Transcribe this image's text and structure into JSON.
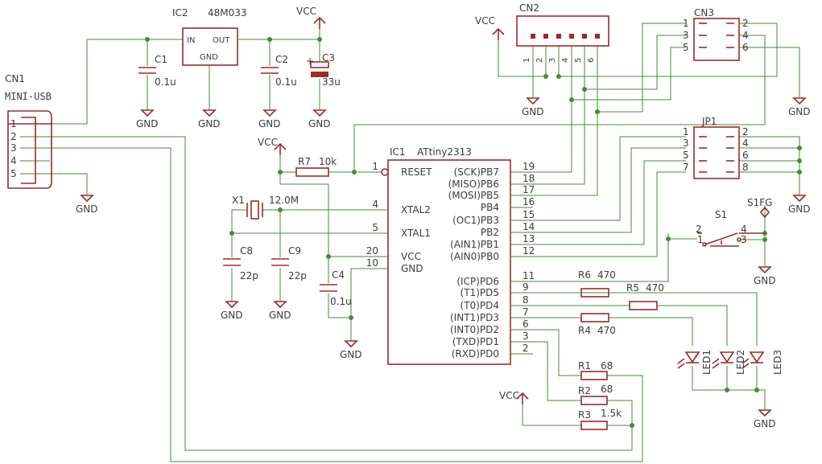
{
  "components": {
    "CN1": {
      "ref": "CN1",
      "value": "MINI-USB",
      "pins": [
        "1",
        "2",
        "3",
        "4",
        "5"
      ]
    },
    "IC2": {
      "ref": "IC2",
      "value": "48M033",
      "pin_in": "IN",
      "pin_out": "OUT",
      "pin_gnd": "GND"
    },
    "C1": {
      "ref": "C1",
      "value": "0.1u"
    },
    "C2": {
      "ref": "C2",
      "value": "0.1u"
    },
    "C3": {
      "ref": "C3",
      "value": "33u"
    },
    "CN2": {
      "ref": "CN2",
      "pins": [
        "1",
        "2",
        "3",
        "4",
        "5",
        "6"
      ]
    },
    "CN3": {
      "ref": "CN3",
      "pins": [
        "1",
        "2",
        "3",
        "4",
        "5",
        "6"
      ]
    },
    "JP1": {
      "ref": "JP1",
      "pins": [
        "1",
        "2",
        "3",
        "4",
        "5",
        "6",
        "7",
        "8"
      ]
    },
    "R7": {
      "ref": "R7",
      "value": "10k"
    },
    "IC1": {
      "ref": "IC1",
      "value": "ATtiny2313",
      "left_pins": [
        {
          "num": "1",
          "name": "RESET"
        },
        {
          "num": "4",
          "name": "XTAL2"
        },
        {
          "num": "5",
          "name": "XTAL1"
        },
        {
          "num": "20",
          "name": "VCC"
        },
        {
          "num": "10",
          "name": "GND"
        }
      ],
      "right_pins": [
        {
          "num": "19",
          "name": "(SCK)PB7"
        },
        {
          "num": "18",
          "name": "(MISO)PB6"
        },
        {
          "num": "17",
          "name": "(MOSI)PB5"
        },
        {
          "num": "16",
          "name": "PB4"
        },
        {
          "num": "15",
          "name": "(OC1)PB3"
        },
        {
          "num": "14",
          "name": "PB2"
        },
        {
          "num": "13",
          "name": "(AIN1)PB1"
        },
        {
          "num": "12",
          "name": "(AIN0)PB0"
        },
        {
          "num": "11",
          "name": "(ICP)PD6"
        },
        {
          "num": "9",
          "name": "(T1)PD5"
        },
        {
          "num": "8",
          "name": "(T0)PD4"
        },
        {
          "num": "7",
          "name": "(INT1)PD3"
        },
        {
          "num": "6",
          "name": "(INT0)PD2"
        },
        {
          "num": "3",
          "name": "(TXD)PD1"
        },
        {
          "num": "2",
          "name": "(RXD)PD0"
        }
      ]
    },
    "X1": {
      "ref": "X1",
      "value": "12.0M"
    },
    "C8": {
      "ref": "C8",
      "value": "22p"
    },
    "C9": {
      "ref": "C9",
      "value": "22p"
    },
    "C4": {
      "ref": "C4",
      "value": "0.1u"
    },
    "S1": {
      "ref": "S1",
      "pins": [
        "1",
        "2",
        "3",
        "4"
      ]
    },
    "S1FG": {
      "ref": "S1FG"
    },
    "R6": {
      "ref": "R6",
      "value": "470"
    },
    "R5": {
      "ref": "R5",
      "value": "470"
    },
    "R4": {
      "ref": "R4",
      "value": "470"
    },
    "LED1": {
      "ref": "LED1"
    },
    "LED2": {
      "ref": "LED2"
    },
    "LED3": {
      "ref": "LED3"
    },
    "R1": {
      "ref": "R1",
      "value": "68"
    },
    "R2": {
      "ref": "R2",
      "value": "68"
    },
    "R3": {
      "ref": "R3",
      "value": "1.5k"
    }
  },
  "nets": {
    "vcc": "VCC",
    "gnd": "GND"
  },
  "colors": {
    "wire": "#3f8f32",
    "part": "#9b2b2b",
    "text": "#3c3c3c"
  }
}
